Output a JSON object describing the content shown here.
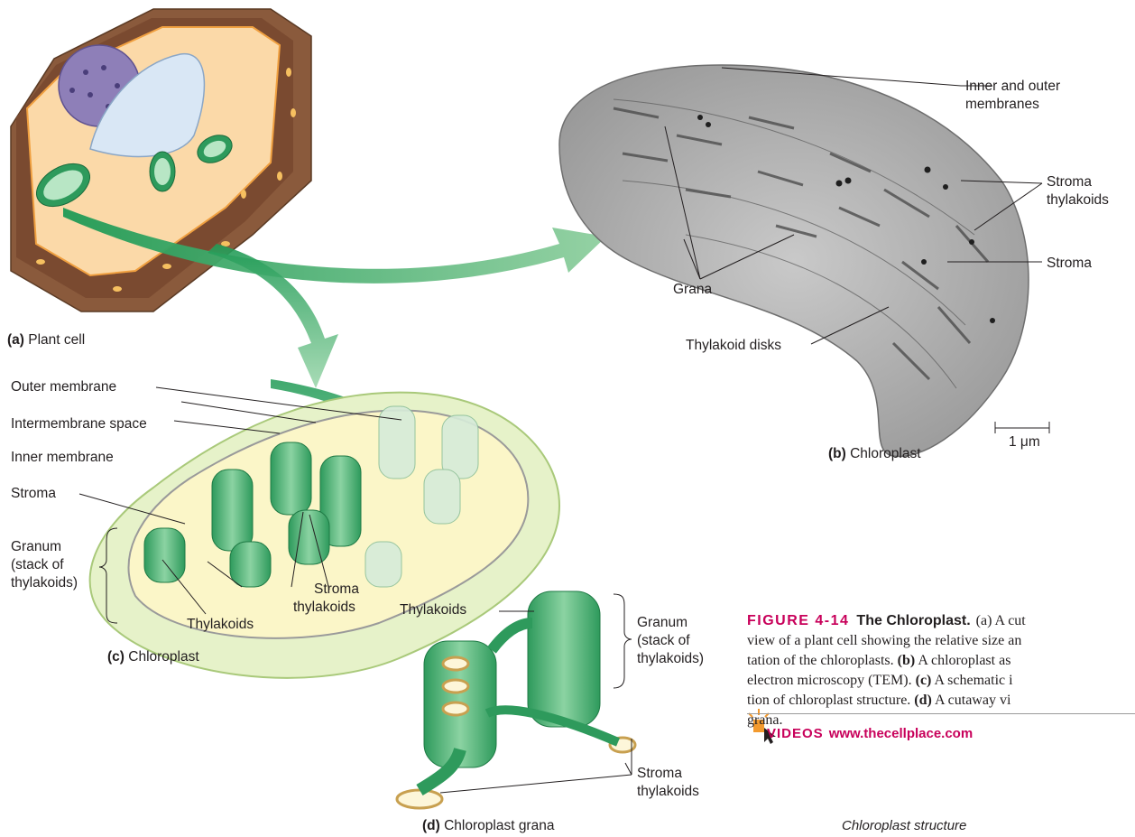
{
  "panel_a": {
    "letter": "(a)",
    "label": "Plant cell"
  },
  "panel_b": {
    "letter": "(b)",
    "label": "Chloroplast",
    "callouts": {
      "membranes_1": "Inner and outer",
      "membranes_2": "membranes",
      "stroma_thylakoids_1": "Stroma",
      "stroma_thylakoids_2": "thylakoids",
      "stroma": "Stroma",
      "grana": "Grana",
      "thylakoid_disks": "Thylakoid disks"
    },
    "scale_bar": "1 μm"
  },
  "panel_c": {
    "letter": "(c)",
    "label": "Chloroplast",
    "callouts": {
      "outer_membrane": "Outer membrane",
      "intermembrane_space": "Intermembrane space",
      "inner_membrane": "Inner membrane",
      "stroma": "Stroma",
      "granum_1": "Granum",
      "granum_2": "(stack of",
      "granum_3": "thylakoids)",
      "stroma_thylakoids_1": "Stroma",
      "stroma_thylakoids_2": "thylakoids",
      "thylakoids": "Thylakoids"
    }
  },
  "panel_d": {
    "letter": "(d)",
    "label": "Chloroplast grana",
    "callouts": {
      "thylakoids": "Thylakoids",
      "granum_1": "Granum",
      "granum_2": "(stack of",
      "granum_3": "thylakoids)",
      "stroma_thylakoids_1": "Stroma",
      "stroma_thylakoids_2": "thylakoids"
    }
  },
  "caption": {
    "figure_number": "FIGURE 4-14",
    "title": "The Chloroplast.",
    "line1_start": "(a) A cut",
    "line2": "view of a plant cell showing the relative size an",
    "line3_letter": "",
    "line3": "tation of the chloroplasts.",
    "line3_b": "(b)",
    "line3_rest": "A chloroplast as",
    "line4": "electron microscopy (TEM).",
    "line4_c": "(c)",
    "line4_rest": "A schematic i",
    "line5": "tion of chloroplast structure.",
    "line5_d": "(d)",
    "line5_rest": "A cutaway vi",
    "line6": "grana."
  },
  "videos": {
    "label": "VIDEOS",
    "url": "www.thecellplace.com",
    "subtitle": "Chloroplast structure"
  },
  "colors": {
    "accent": "#c8005a",
    "green": "#4fae73",
    "cell_wall": "#8a5a3c",
    "cytoplasm": "#fbd9a8"
  }
}
